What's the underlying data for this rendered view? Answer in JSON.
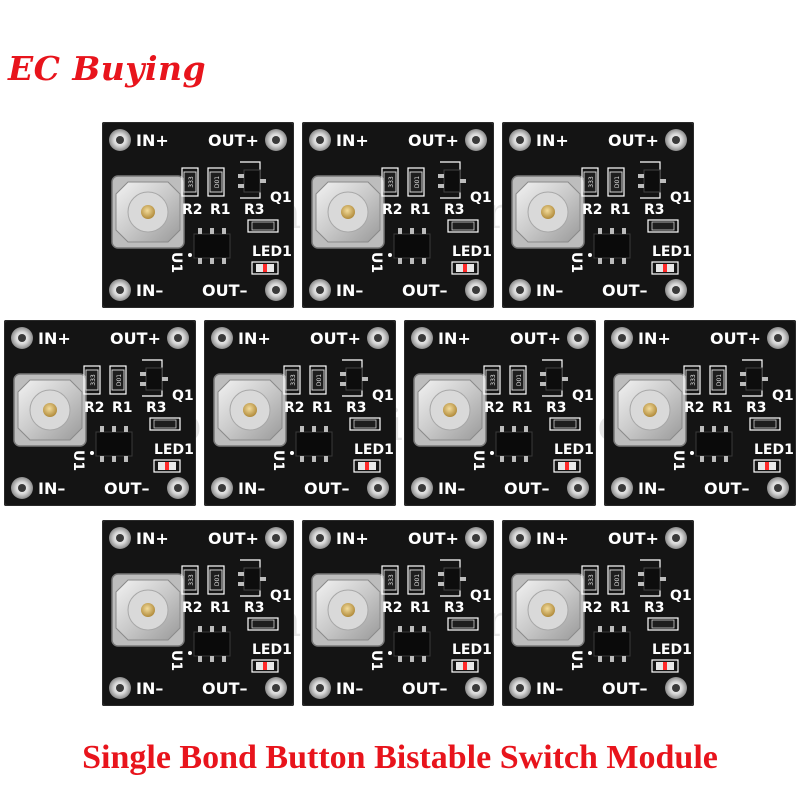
{
  "brand": "EC Buying",
  "caption": "Single Bond Button Bistable Switch Module",
  "watermark": "ec-buying.aliexpress.com",
  "board": {
    "in_plus": "IN+",
    "out_plus": "OUT+",
    "in_minus": "IN–",
    "out_minus": "OUT–",
    "r1": "R1",
    "r2": "R2",
    "r3": "R3",
    "q1": "Q1",
    "u1": "U1",
    "led1": "LED1",
    "res_code_a": "333",
    "res_code_b": "D01"
  },
  "colors": {
    "brand_red": "#e8141c",
    "pcb_black": "#141414",
    "silk_white": "#ffffff"
  }
}
